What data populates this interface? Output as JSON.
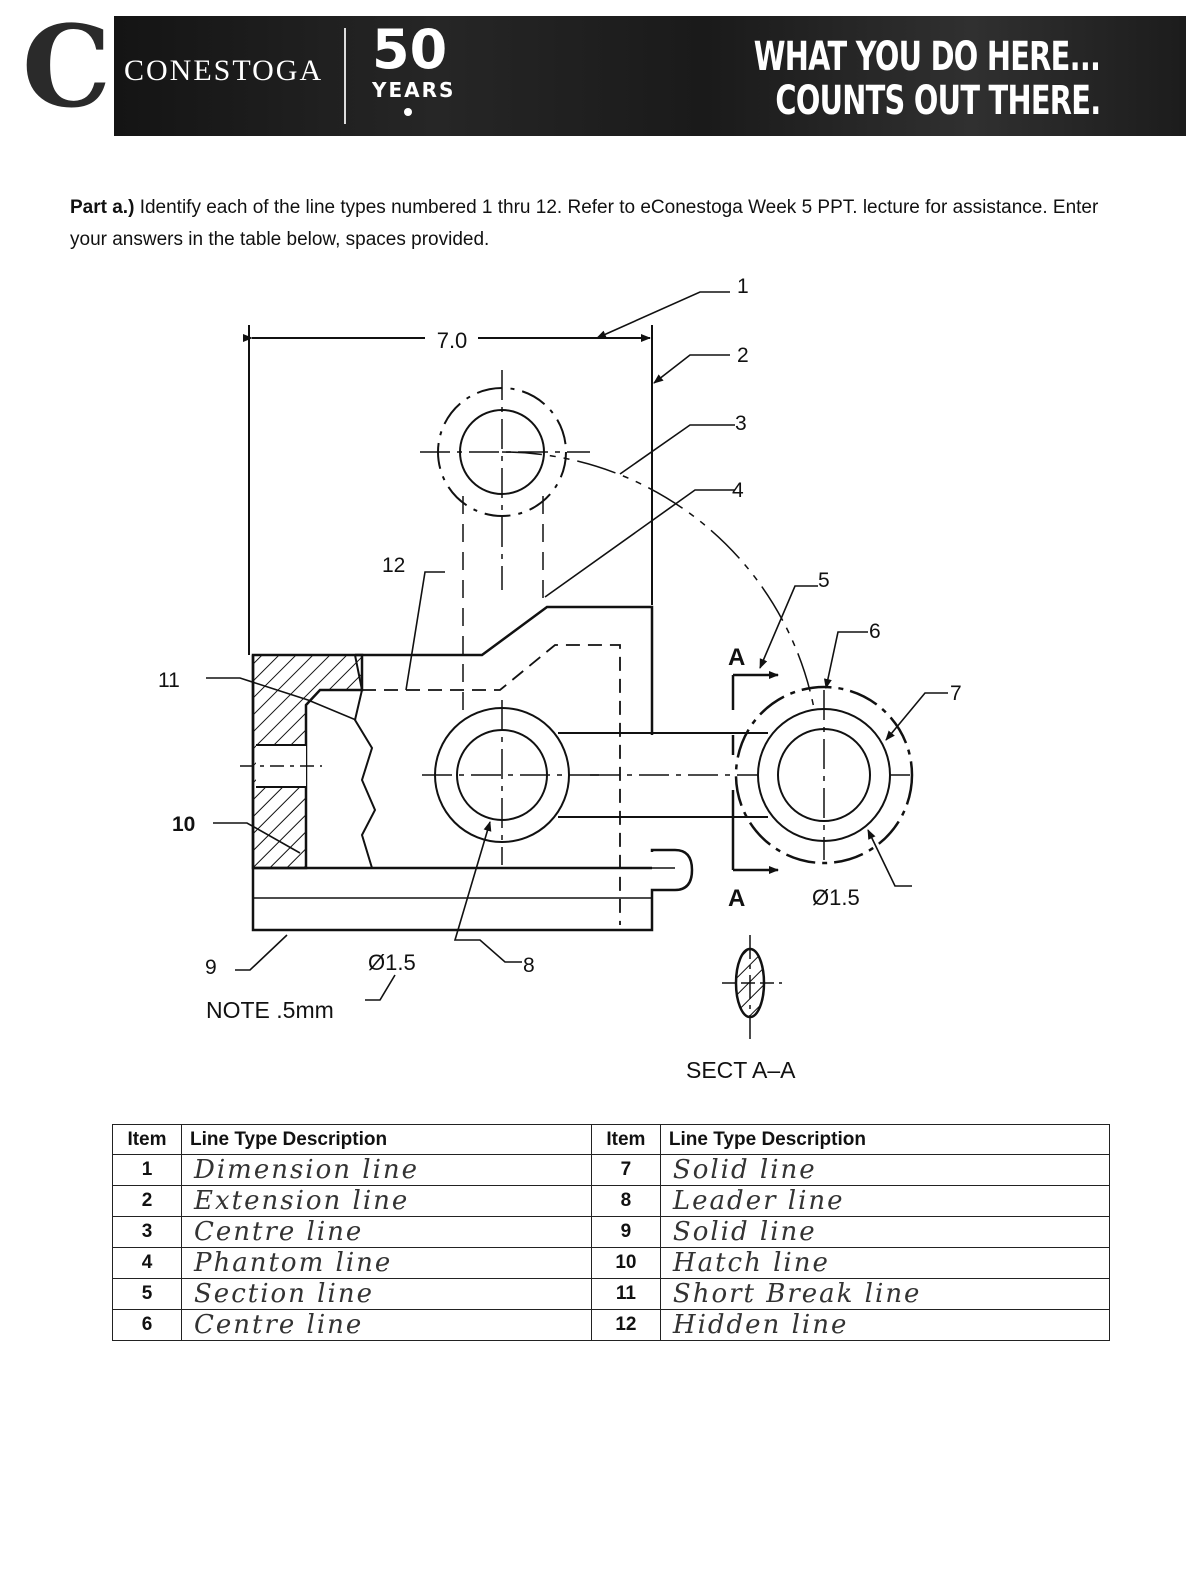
{
  "header": {
    "logo_letter": "C",
    "school": "CONESTOGA",
    "anniversary_number": "50",
    "anniversary_word": "YEARS",
    "slogan_line1": "WHAT YOU DO HERE...",
    "slogan_line2": "COUNTS OUT THERE."
  },
  "instructions": {
    "lead": "Part a.)",
    "text": " Identify each of the line types numbered 1 thru 12. Refer to eConestoga Week 5 PPT. lecture for assistance. Enter your answers in the table below, spaces provided."
  },
  "drawing": {
    "callouts": [
      "1",
      "2",
      "3",
      "4",
      "5",
      "6",
      "7",
      "8",
      "9",
      "10",
      "11",
      "12"
    ],
    "dimension_width": "7.0",
    "diameter_right": "Ø1.5",
    "diameter_bottom": "Ø1.5",
    "section_letter_top": "A",
    "section_letter_bottom": "A",
    "note": "NOTE .5mm",
    "section_title": "SECT A–A"
  },
  "table": {
    "headers": [
      "Item",
      "Line Type Description",
      "Item",
      "Line Type Description"
    ],
    "rows": [
      {
        "left_item": "1",
        "left_desc": "Dimension line",
        "right_item": "7",
        "right_desc": "Solid line"
      },
      {
        "left_item": "2",
        "left_desc": "Extension line",
        "right_item": "8",
        "right_desc": "Leader line"
      },
      {
        "left_item": "3",
        "left_desc": "Centre line",
        "right_item": "9",
        "right_desc": "Solid line"
      },
      {
        "left_item": "4",
        "left_desc": "Phantom line",
        "right_item": "10",
        "right_desc": "Hatch line"
      },
      {
        "left_item": "5",
        "left_desc": "Section line",
        "right_item": "11",
        "right_desc": "Short Break line"
      },
      {
        "left_item": "6",
        "left_desc": "Centre line",
        "right_item": "12",
        "right_desc": "Hidden line"
      }
    ]
  }
}
